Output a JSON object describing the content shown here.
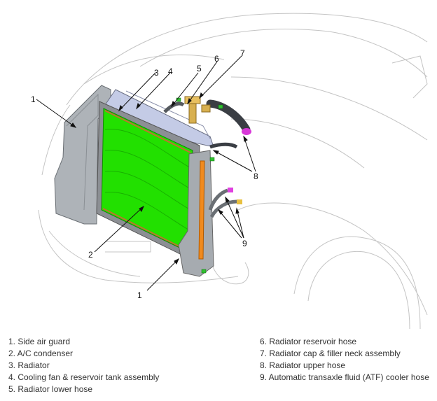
{
  "callouts": {
    "c1_top": "1",
    "c1_bottom": "1",
    "c2": "2",
    "c3": "3",
    "c4": "4",
    "c5": "5",
    "c6": "6",
    "c7": "7",
    "c8": "8",
    "c9": "9"
  },
  "legend": {
    "left": [
      "1. Side air guard",
      "2. A/C condenser",
      "3. Radiator",
      "4. Cooling fan & reservoir tank assembly",
      "5. Radiator lower hose"
    ],
    "right": [
      "6. Radiator reservoir hose",
      "7. Radiator cap & filler neck assembly",
      "8. Radiator upper hose",
      "9. Automatic transaxle fluid (ATF) cooler hose"
    ]
  },
  "colors": {
    "condenser_green": "#22e000",
    "outline": "#b8b8b8",
    "shroud": "#9aa0a6",
    "tank_blue": "#c0c8e8",
    "hose_dark": "#3a3e44",
    "orange_pipe": "#f08a1e"
  }
}
